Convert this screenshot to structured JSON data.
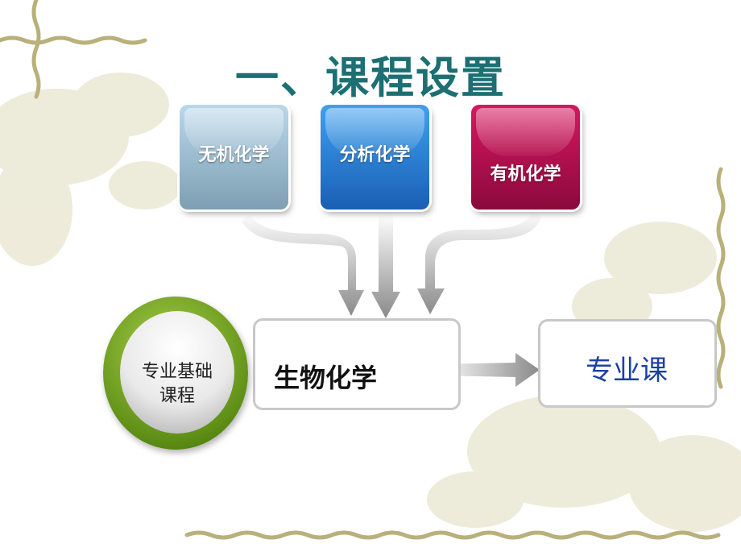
{
  "title": "一、课程设置",
  "top_courses": [
    {
      "label": "无机化学",
      "color": "#8fb2c6"
    },
    {
      "label": "分析化学",
      "color": "#2a7fd6"
    },
    {
      "label": "有机化学",
      "color": "#b0104c"
    }
  ],
  "center": {
    "label": "生物化学"
  },
  "left_circle": {
    "line1": "专业基础",
    "line2": "课程",
    "color": "#6e9a1e"
  },
  "right": {
    "label": "专业课",
    "color": "#1b3fa8"
  },
  "title_color": "#1c6f73"
}
